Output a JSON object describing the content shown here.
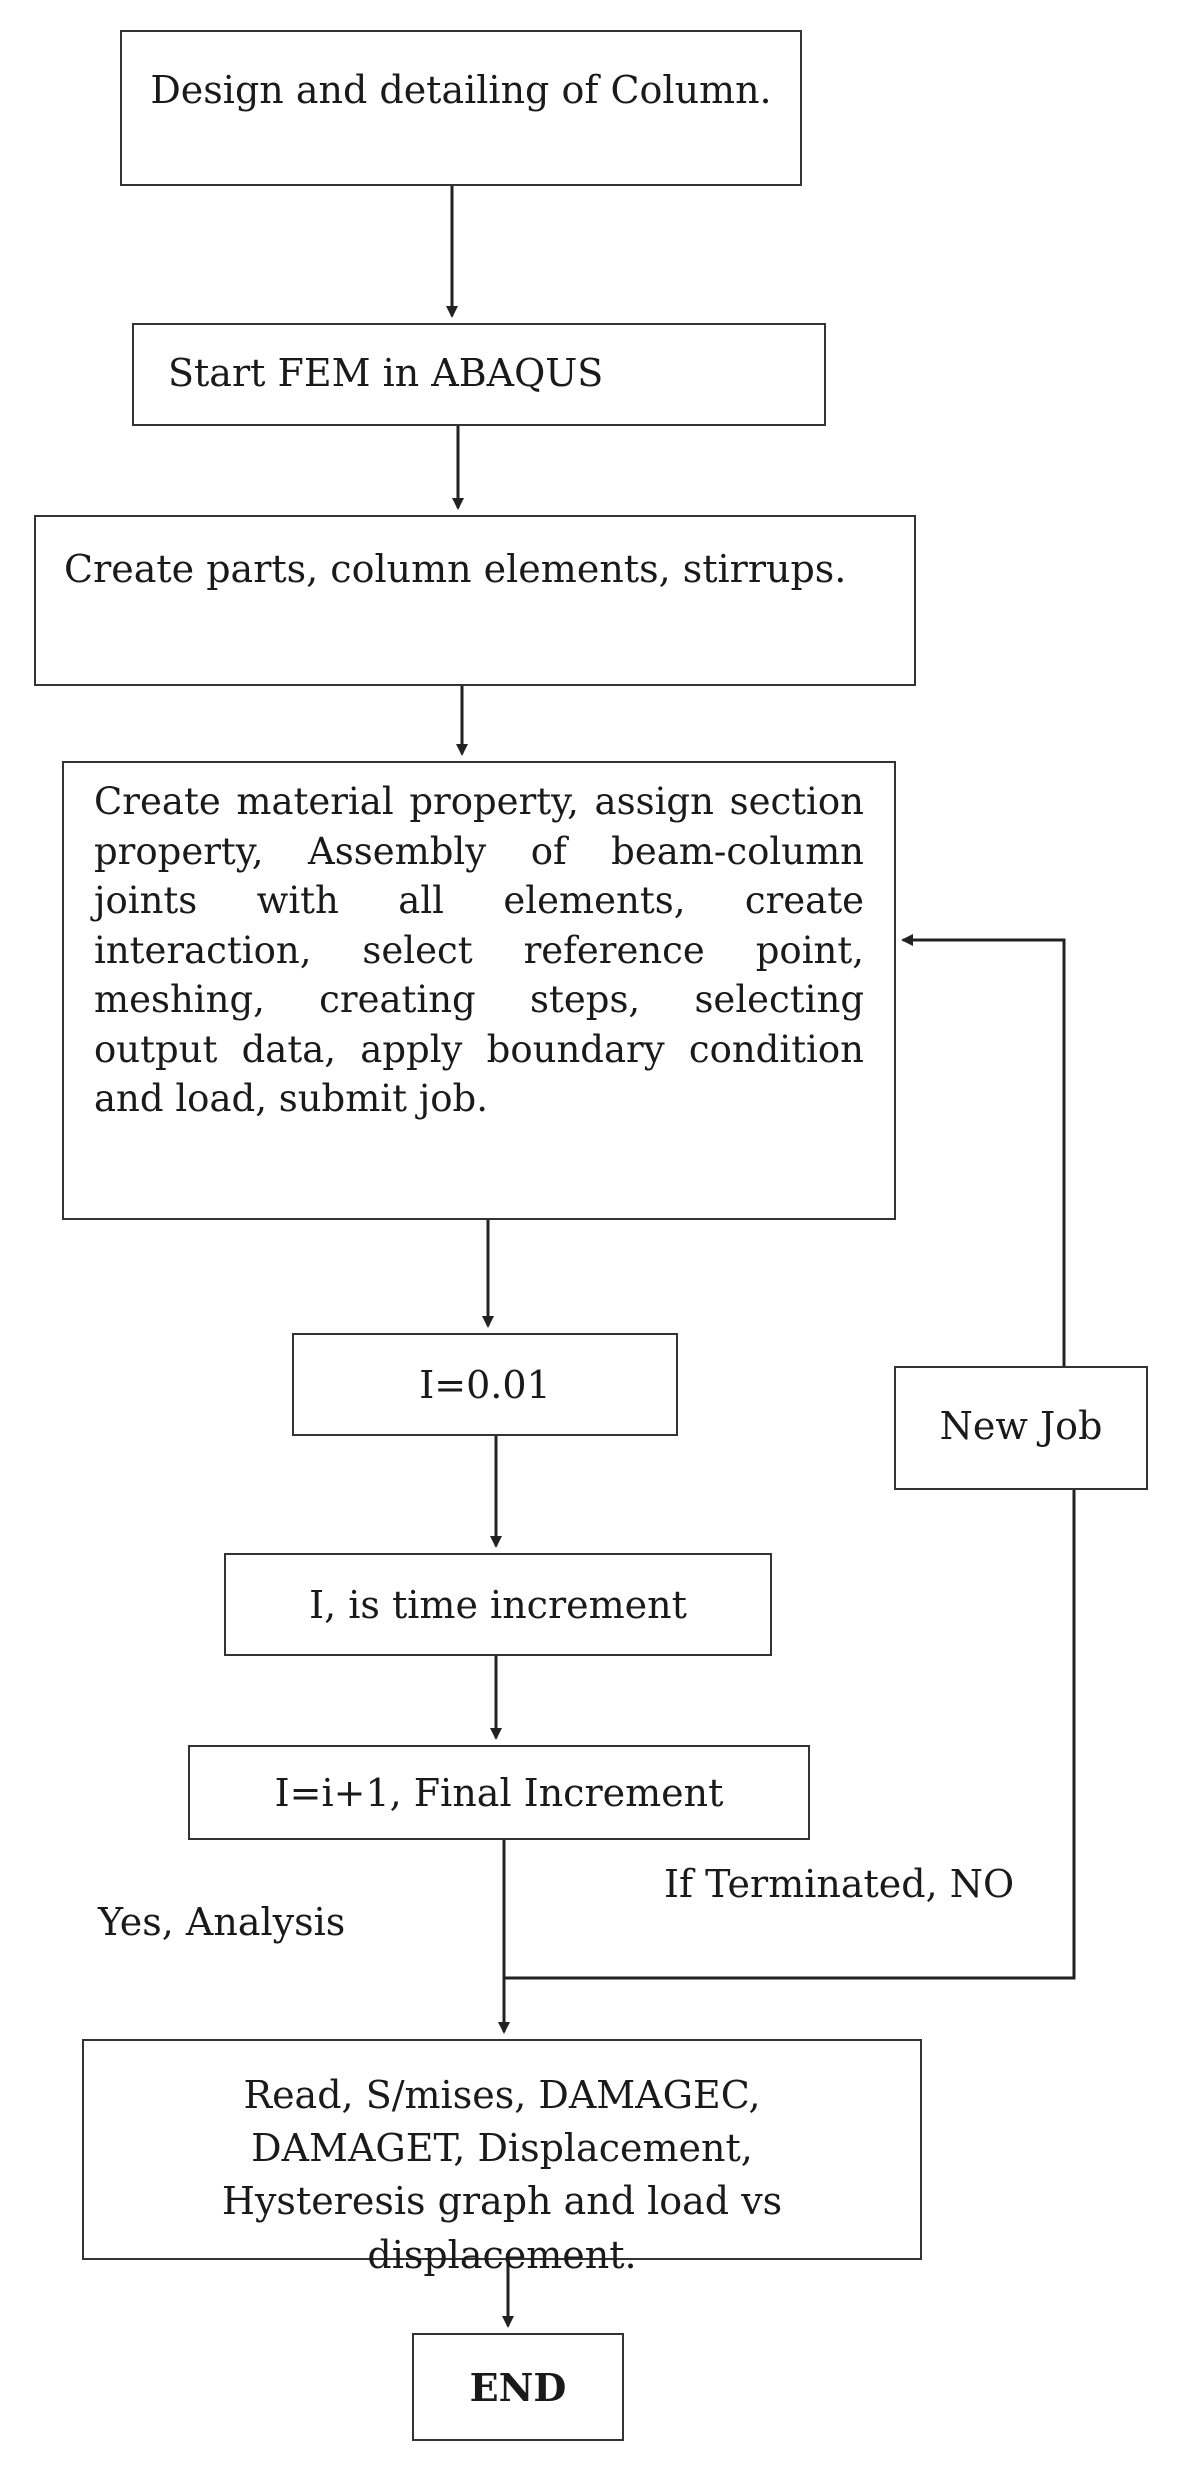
{
  "nodes": {
    "design": "Design and detailing of Column.",
    "start_fem": "Start FEM in ABAQUS",
    "create_parts": "Create parts, column elements, stirrups.",
    "create_material": "Create material property, assign section property, Assembly of beam-column joints with all elements, create interaction, select reference point, meshing, creating steps, selecting output data, apply boundary condition and load, submit job.",
    "init_increment": "I=0.01",
    "time_increment": "I, is time increment",
    "final_increment": "I=i+1, Final Increment",
    "new_job": "New Job",
    "read_results": "Read, S/mises, DAMAGEC, DAMAGET, Displacement, Hysteresis graph and load vs displacement.",
    "end": "END"
  },
  "edge_labels": {
    "yes_branch": "Yes, Analysis",
    "no_branch": "If Terminated, NO"
  }
}
